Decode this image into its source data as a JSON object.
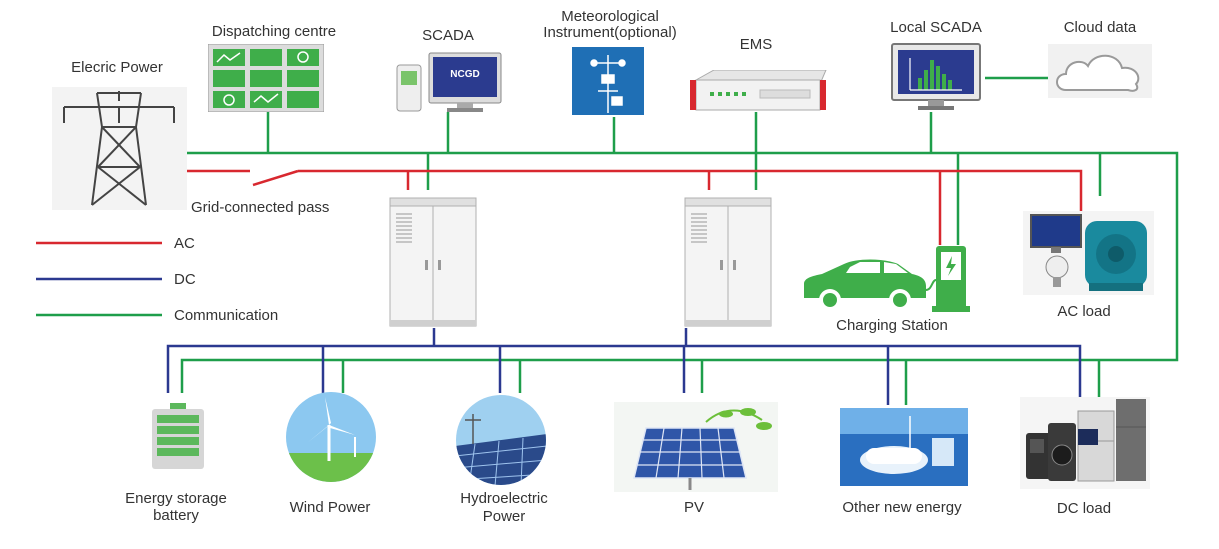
{
  "labels": {
    "electric_power": "Elecric Power",
    "dispatching_centre": "Dispatching centre",
    "scada": "SCADA",
    "meteo_line1": "Meteorological",
    "meteo_line2": "Instrument(optional)",
    "ems": "EMS",
    "local_scada": "Local SCADA",
    "cloud_data": "Cloud data",
    "grid_pass": "Grid-connected pass",
    "charging_station": "Charging Station",
    "ac_load": "AC load",
    "battery_line1": "Energy storage",
    "battery_line2": "battery",
    "wind_power": "Wind Power",
    "hydro_line1": "Hydroelectric",
    "hydro_line2": "Power",
    "pv": "PV",
    "other_energy": "Other new energy",
    "dc_load": "DC load",
    "scada_screen_text": "NCGD"
  },
  "legend": [
    {
      "label": "AC",
      "color": "#d8282f"
    },
    {
      "label": "DC",
      "color": "#2b3990"
    },
    {
      "label": "Communication",
      "color": "#1e9e4a"
    }
  ],
  "colors": {
    "ac": "#d8282f",
    "dc": "#2b3990",
    "comm": "#1e9e4a"
  }
}
